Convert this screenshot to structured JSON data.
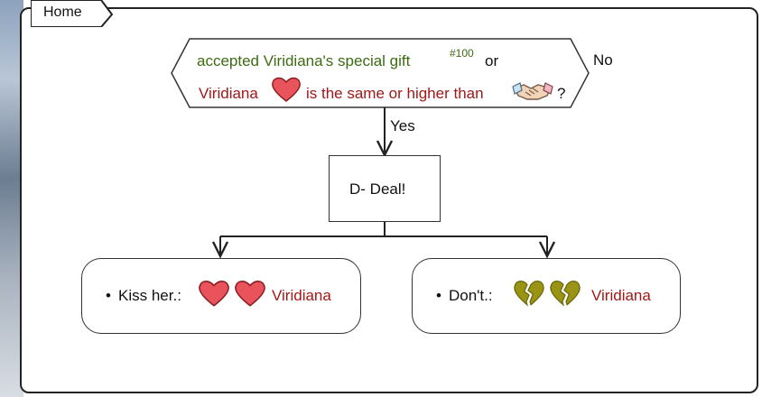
{
  "frame": {
    "tab_label": "Home"
  },
  "condition": {
    "line1": "accepted Viridiana's special gift",
    "footnote": "#100",
    "or_text": "or",
    "line2_name": "Viridiana",
    "line2_mid": "is the same or higher than",
    "line2_end": "?",
    "no_label": "No",
    "yes_label": "Yes"
  },
  "action": {
    "label": "D- Deal!"
  },
  "options": [
    {
      "bullet": "•",
      "label": "Kiss her.:",
      "name": "Viridiana",
      "icon": "heart-icon"
    },
    {
      "bullet": "•",
      "label": "Don't.:",
      "name": "Viridiana",
      "icon": "broken-heart-icon"
    }
  ],
  "colors": {
    "green_text": "#3d6b12",
    "red_text": "#a01818",
    "heart": "#e9545c",
    "broken_heart": "#9a9414"
  }
}
